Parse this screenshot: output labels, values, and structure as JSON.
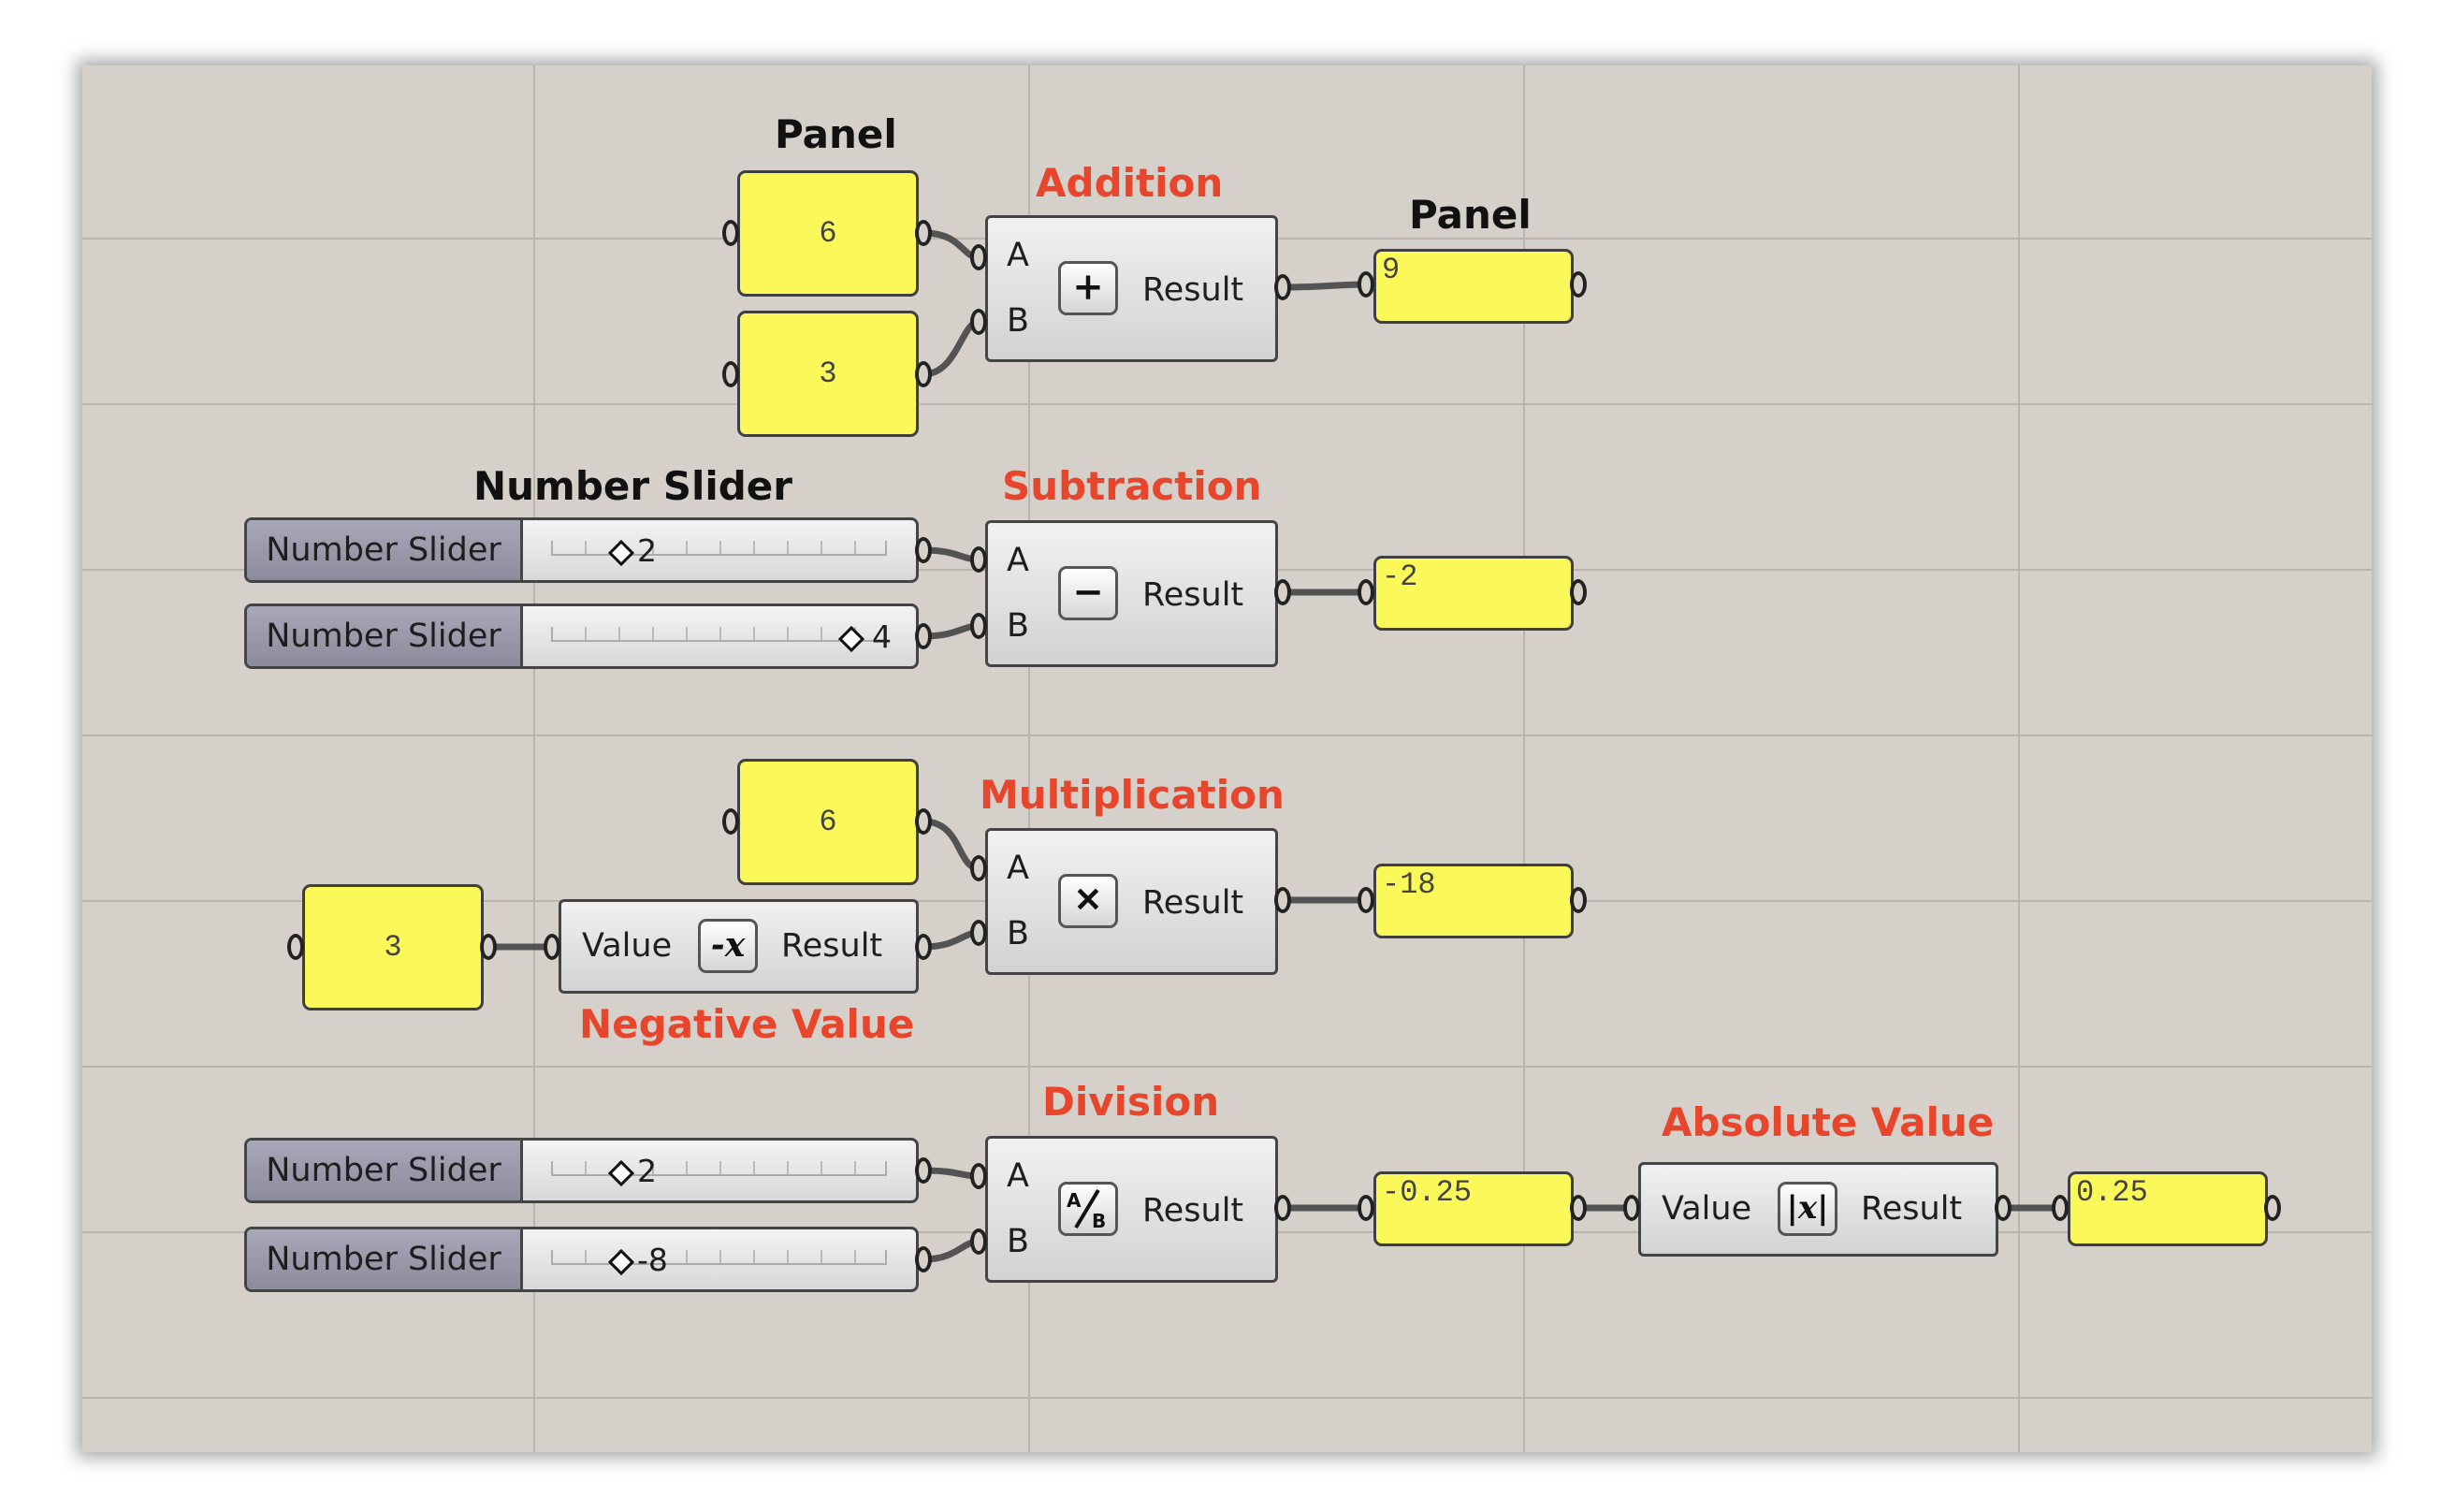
{
  "labels": {
    "panel_top": "Panel",
    "addition": "Addition",
    "panel_right": "Panel",
    "number_slider": "Number Slider",
    "subtraction": "Subtraction",
    "multiplication": "Multiplication",
    "negative_value": "Negative Value",
    "division": "Division",
    "absolute_value": "Absolute Value"
  },
  "panels": {
    "add_a": "6",
    "add_b": "3",
    "add_out": "9",
    "sub_out": "-2",
    "mul_a": "6",
    "neg_in": "3",
    "mul_out": "-18",
    "div_out": "-0.25",
    "abs_out": "0.25"
  },
  "sliders": [
    {
      "name": "Number Slider",
      "value": "2"
    },
    {
      "name": "Number Slider",
      "value": "4"
    },
    {
      "name": "Number Slider",
      "value": "2"
    },
    {
      "name": "Number Slider",
      "value": "-8"
    }
  ],
  "components": {
    "input_a": "A",
    "input_b": "B",
    "result": "Result",
    "value": "Value",
    "icons": {
      "addition": "plus-icon",
      "subtraction": "minus-icon",
      "multiplication": "multiply-icon",
      "division": "divide-icon",
      "negative": "negative-icon",
      "absolute": "absolute-icon"
    },
    "icon_glyphs": {
      "plus": "+",
      "minus": "−",
      "multiply": "✕",
      "negative": "-x",
      "absolute": "|x|"
    }
  },
  "colors": {
    "canvas": "#d5d0c9",
    "panel": "#fbf85a",
    "label_red": "#e8462c",
    "slider_name": "#9a99aa",
    "wire": "#535353"
  }
}
